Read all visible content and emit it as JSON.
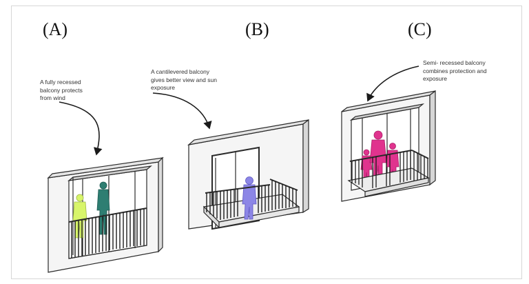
{
  "panels": [
    {
      "label": "(A)",
      "caption": "A fully recessed\nbalcony protects\nfrom wind"
    },
    {
      "label": "(B)",
      "caption": "A cantilevered balcony\ngives better view and sun\nexposure"
    },
    {
      "label": "(C)",
      "caption": "Semi- recessed balcony\ncombines protection and\nexposure"
    }
  ],
  "colors": {
    "person_a1": "#d8f56a",
    "person_a2": "#2e7e72",
    "person_b": "#8c86e6",
    "person_c": "#e0338e",
    "line": "#2a2a2a",
    "wall": "#f4f4f4"
  }
}
